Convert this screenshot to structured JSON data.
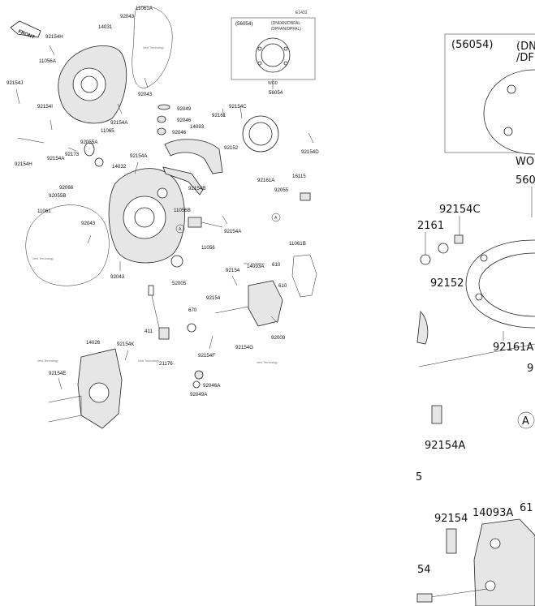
{
  "inset": {
    "code": "E1431",
    "part_ref": "(56054)",
    "variant_line1": "(DNFAN/DNFAL",
    "variant_line2": "/DPFAN/DPFAL)",
    "caption": "WOD",
    "part_below": "56054"
  },
  "front_label": "FRONT",
  "circle_ref": "A",
  "callouts": {
    "c11061A": "11061A",
    "c92043_top": "92043",
    "c14031": "14031",
    "c92154H_top": "92154H",
    "c11056A": "11056A",
    "c92154J": "92154J",
    "c92154I": "92154I",
    "c92043_mid": "92043",
    "c92049_top": "92049",
    "c92046_top": "92046",
    "c92046_mid": "92046",
    "c14093": "14093",
    "c92161": "92161",
    "c92154C": "92154C",
    "c92152": "92152",
    "c92154D": "92154D",
    "c92154A_1": "92154A",
    "c11065": "11065",
    "c92055A": "92055A",
    "c92173": "92173",
    "c92154A_2": "92154A",
    "c92154A_3": "92154A",
    "c92154H_low": "92154H",
    "c14032": "14032",
    "c92066": "92066",
    "c92055B": "92055B",
    "c11061": "11061",
    "c92043_low": "92043",
    "c92154B": "92154B",
    "c11056B": "11056B",
    "c92161A": "92161A",
    "c16115": "16115",
    "c92055": "92055",
    "c92154A_4": "92154A",
    "c11056": "11056",
    "c11061B": "11061B",
    "c92043_bot": "92043",
    "c52005": "52005",
    "c92154_1": "92154",
    "c14093A": "14093A",
    "c610_1": "610",
    "c610_2": "610",
    "c92154_2": "92154",
    "c670": "670",
    "c411": "411",
    "c14026": "14026",
    "c92154K": "92154K",
    "c92154E": "92154E",
    "c21176": "21176",
    "c92154F": "92154F",
    "c92154G": "92154G",
    "c92009": "92009",
    "c92046A": "92046A",
    "c92049A": "92049A"
  },
  "zoom": {
    "part_ref": "(56054)",
    "variant_line1": "(DN",
    "variant_line2": "/DF",
    "caption": "WOD",
    "part_560": "560",
    "c92154C": "92154C",
    "c2161": "2161",
    "c92152": "92152",
    "c92161A": "92161A",
    "c9": "9",
    "c92154A": "92154A",
    "circle_ref": "A",
    "c5": "5",
    "c92154": "92154",
    "c14093A": "14093A",
    "c610": "61",
    "c54": "54"
  },
  "watermark": "Next Technology"
}
